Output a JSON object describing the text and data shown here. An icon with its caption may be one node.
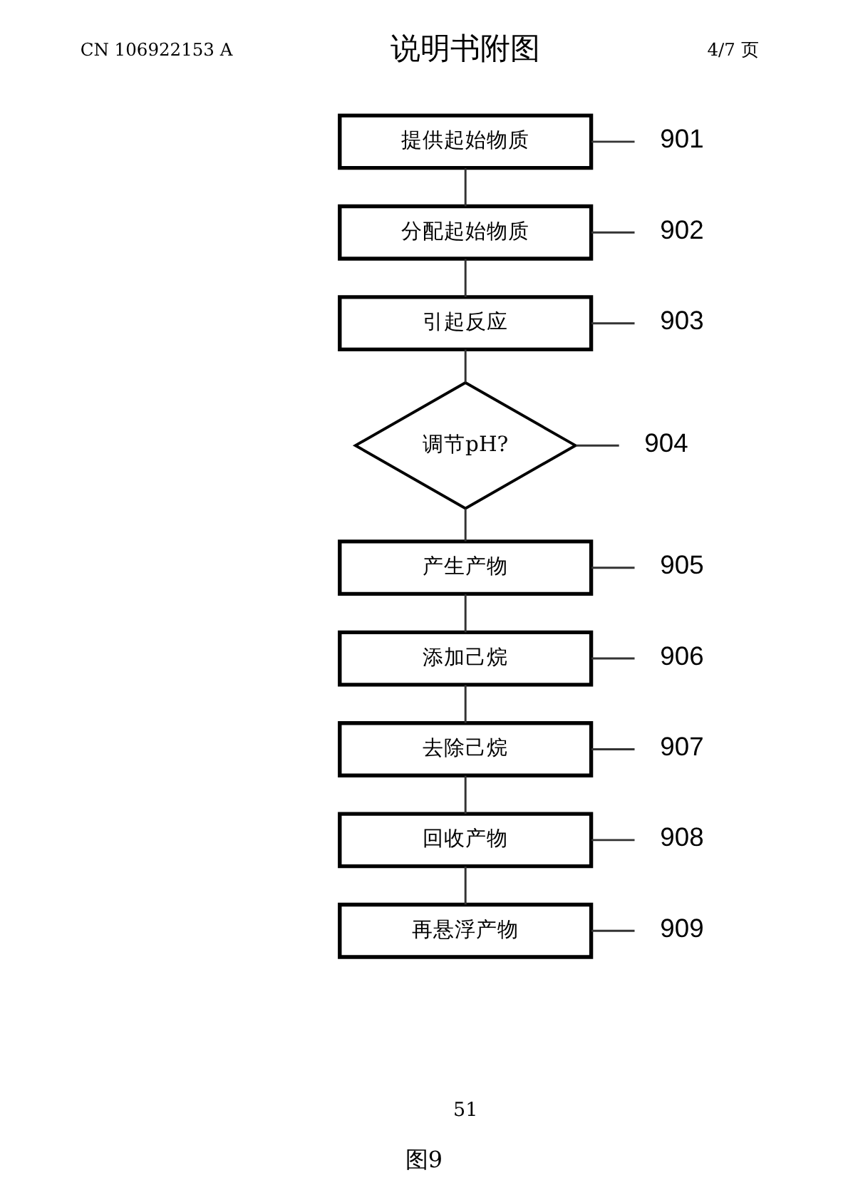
{
  "diagram": {
    "caption": "图9",
    "nodes": [
      {
        "text": [
          "提供起始物质"
        ]
      },
      {
        "text": [
          "901"
        ]
      },
      {
        "text": [
          "分配起始物质"
        ]
      },
      {
        "text": [
          "902"
        ]
      },
      {
        "text": [
          "引起反应"
        ]
      },
      {
        "text": [
          "903"
        ]
      },
      {
        "text": [
          "调节pH?"
        ]
      },
      {
        "text": [
          "904"
        ]
      },
      {
        "text": [
          "产生产物"
        ]
      },
      {
        "text": [
          "905"
        ]
      },
      {
        "text": [
          "添加己烷"
        ]
      },
      {
        "text": [
          "906"
        ]
      },
      {
        "text": [
          "去除己烷"
        ]
      },
      {
        "text": [
          "907"
        ]
      },
      {
        "text": [
          "回收产物"
        ]
      },
      {
        "text": [
          "908"
        ]
      },
      {
        "text": [
          "再悬浮产物"
        ]
      },
      {
        "text": [
          "909"
        ]
      }
    ],
    "edges": [
      {
        "from": 0,
        "to": 2,
        "arrow": "none"
      },
      {
        "from": 2,
        "to": 4,
        "arrow": "none"
      },
      {
        "from": 4,
        "to": 6,
        "arrow": "none"
      },
      {
        "from": 6,
        "to": 8,
        "arrow": "none"
      },
      {
        "from": 8,
        "to": 10,
        "arrow": "none"
      },
      {
        "from": 10,
        "to": 12,
        "arrow": "none"
      },
      {
        "from": 12,
        "to": 14,
        "arrow": "none"
      },
      {
        "from": 14,
        "to": 16,
        "arrow": "none"
      },
      {
        "from": 0,
        "to": 1,
        "arrow": "none"
      },
      {
        "from": 2,
        "to": 3,
        "arrow": "none"
      },
      {
        "from": 4,
        "to": 5,
        "arrow": "none"
      },
      {
        "from": 6,
        "to": 7,
        "arrow": "none"
      },
      {
        "from": 8,
        "to": 9,
        "arrow": "none"
      },
      {
        "from": 10,
        "to": 11,
        "arrow": "none"
      },
      {
        "from": 12,
        "to": 13,
        "arrow": "none"
      },
      {
        "from": 14,
        "to": 15,
        "arrow": "none"
      },
      {
        "from": 16,
        "to": 17,
        "arrow": "none"
      }
    ],
    "labels": [
      "CN 106922153 A",
      "说明书附图",
      "4/7 页",
      "51"
    ]
  }
}
